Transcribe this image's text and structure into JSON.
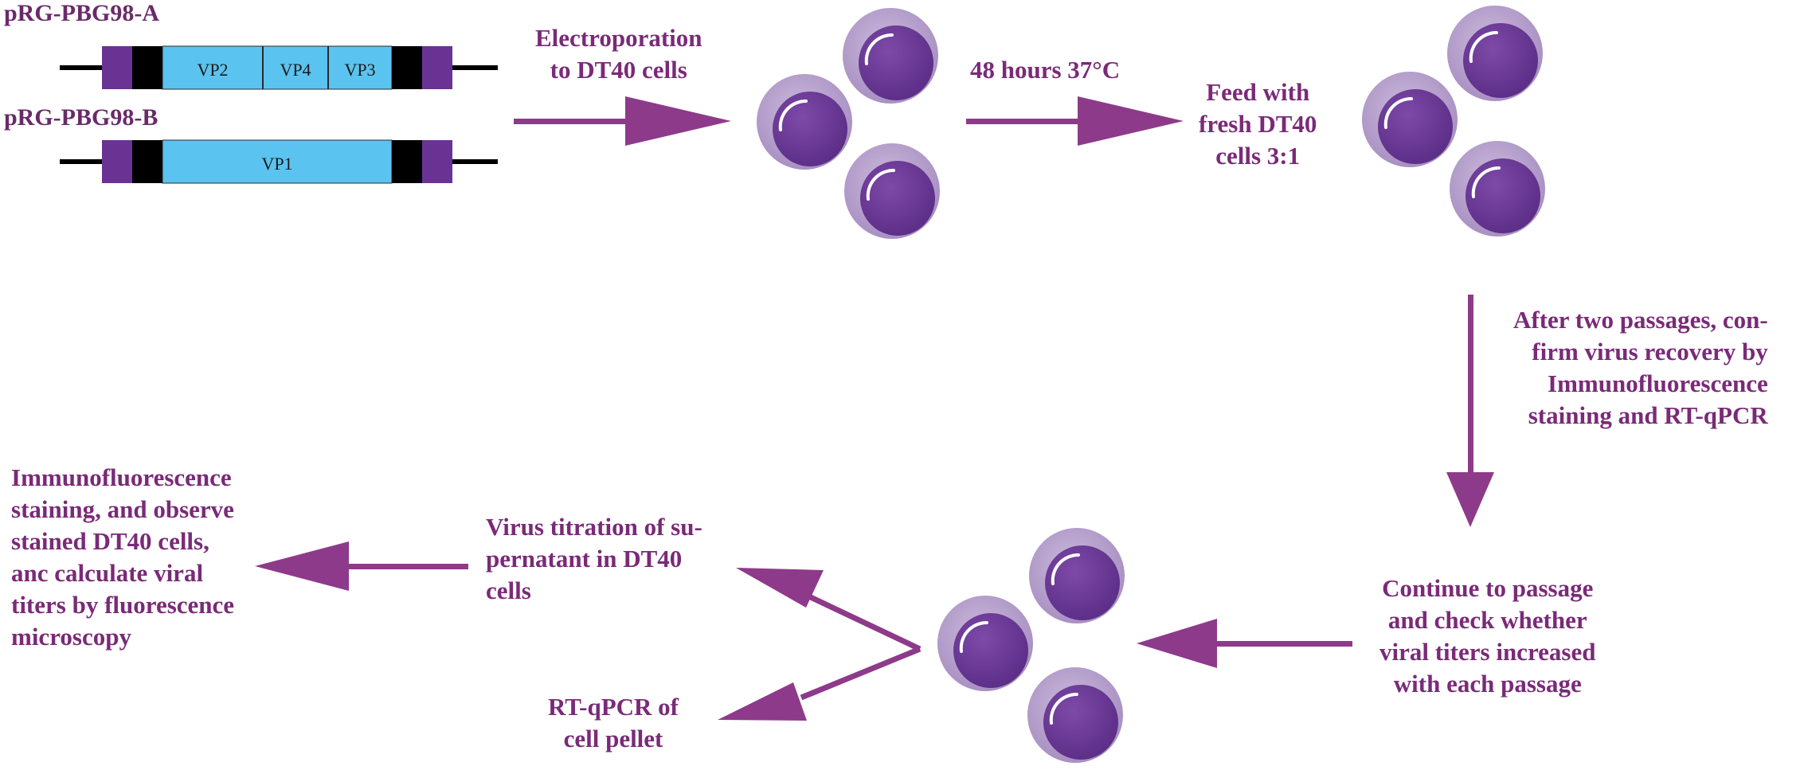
{
  "colors": {
    "text": "#7a2a78",
    "arrow": "#8e3a8a",
    "segment": "#5bc3ef",
    "flank": "#6a3393",
    "marker": "#000000",
    "cell_outer": "#b39ccb",
    "cell_inner": "#6a3a96"
  },
  "constructs": {
    "a": {
      "name": "pRG-PBG98-A",
      "segments": [
        "VP2",
        "VP4",
        "VP3"
      ]
    },
    "b": {
      "name": "pRG-PBG98-B",
      "segments": [
        "VP1"
      ]
    }
  },
  "steps": {
    "electroporation": [
      "Electroporation",
      "to DT40 cells"
    ],
    "incubation": [
      "48 hours 37°C"
    ],
    "feed": [
      "Feed with",
      "fresh DT40",
      "cells 3:1"
    ],
    "confirm": [
      "After two passages, con-",
      "firm virus recovery by",
      "Immunofluorescence",
      "staining and RT-qPCR"
    ],
    "continue": [
      "Continue to passage",
      "and  check whether",
      "viral titers increased",
      "with each passage"
    ],
    "titration": [
      "Virus titration of su-",
      "pernatant in DT40",
      "cells"
    ],
    "rtqpcr": [
      "RT-qPCR of",
      "cell pellet"
    ],
    "immuno": [
      "Immunofluorescence",
      "staining, and observe",
      "stained DT40 cells,",
      "anc calculate viral",
      "titers by fluorescence",
      "microscopy"
    ]
  }
}
